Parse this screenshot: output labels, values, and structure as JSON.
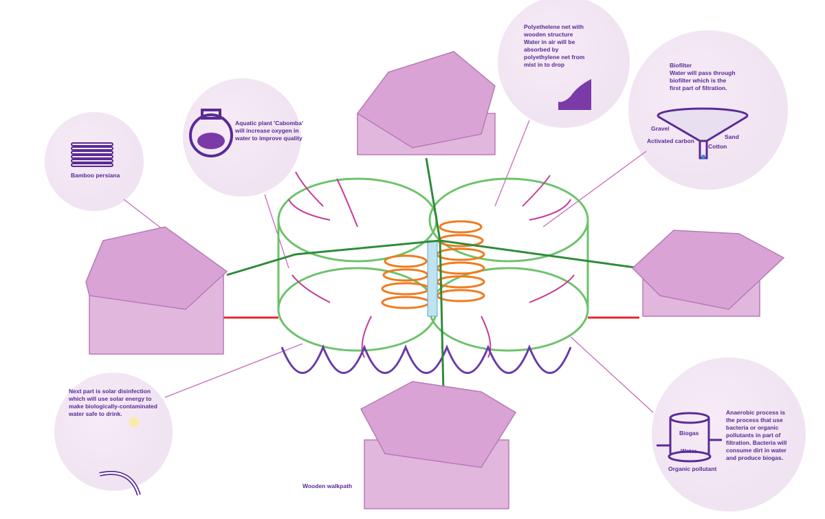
{
  "colors": {
    "bubble": "#f3e6f3",
    "text": "#5a2a95",
    "roof": "#d9a3d6",
    "ring": "#6cc36a",
    "spiral": "#f07a1e",
    "wave": "#6a3aa8",
    "red": "#e8262b",
    "magenta": "#c83a95"
  },
  "annotations": {
    "bamboo": "Bamboo persiana",
    "aquatic": "Aquatic plant 'Cabomba'\nwill increase oxygen in\nwater to improve quality",
    "polyethylene": "Polyethelene net with\nwooden structure\nWater in air will be\nabsorbed by\npolyethylene net from\nmist in to drop",
    "biofilter": "Biofilter\nWater will pass through\nbiofilter which is the\nfirst part of filtration.",
    "solar": "Next part is solar disinfection\nwhich will use solar energy to\nmake biologically-contaminated\nwater safe to drink.",
    "anaerobic": "Anaerobic process is\nthe process that use\nbacteria or organic\npollutants in part of\nfiltration. Bacteria will\nconsume dirt in water\nand produce biogas.",
    "walkpath": "Wooden walkpath"
  },
  "biofilter_layers": {
    "gravel": "Gravel",
    "sand": "Sand",
    "carbon": "Activated carbon",
    "cotton": "Cotton"
  },
  "digester_labels": {
    "biogas": "Biogas",
    "water": "Water",
    "pollutant": "Organic pollutant"
  }
}
